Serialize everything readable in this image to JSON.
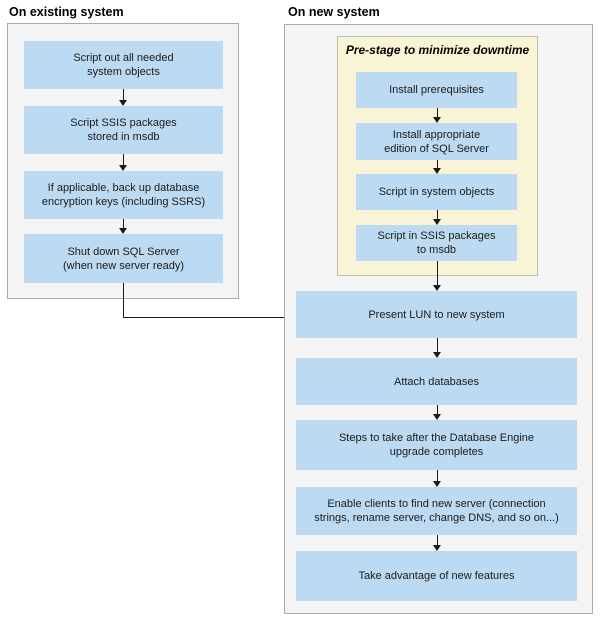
{
  "colors": {
    "step_fill": "#bcdaf2",
    "prestage_fill": "#faf4d6",
    "prestage_border": "#c2c0ad",
    "panel_fill": "#f4f4f4",
    "panel_border": "#ababab",
    "arrow": "#1a1a1a",
    "text": "#1b1b1b"
  },
  "existing": {
    "title": "On existing system",
    "steps": [
      "Script out all needed\nsystem objects",
      "Script SSIS packages\nstored in msdb",
      "If applicable, back up database\nencryption keys (including SSRS)",
      "Shut down SQL Server\n(when new server ready)"
    ]
  },
  "new_system": {
    "title": "On new system",
    "prestage": {
      "title": "Pre-stage to minimize downtime",
      "steps": [
        "Install prerequisites",
        "Install appropriate\nedition of SQL Server",
        "Script in system objects",
        "Script in SSIS packages\nto msdb"
      ]
    },
    "steps": [
      "Present LUN to new system",
      "Attach databases",
      "Steps to take after the Database Engine\nupgrade completes",
      "Enable clients to find new server (connection\nstrings, rename server, change DNS, and so on...)",
      "Take advantage of new features"
    ]
  }
}
